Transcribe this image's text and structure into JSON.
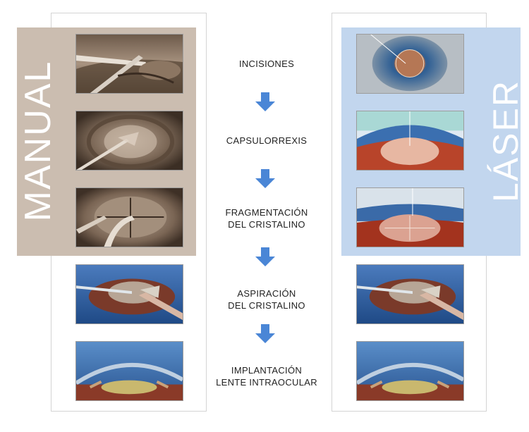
{
  "columns": {
    "manual_title": "MANUAL",
    "laser_title": "LÁSER"
  },
  "steps": [
    {
      "line1": "INCISIONES",
      "line2": ""
    },
    {
      "line1": "CAPSULORREXIS",
      "line2": ""
    },
    {
      "line1": "FRAGMENTACIÓN",
      "line2": "DEL CRISTALINO"
    },
    {
      "line1": "ASPIRACIÓN",
      "line2": "DEL CRISTALINO"
    },
    {
      "line1": "IMPLANTACIÓN",
      "line2": "LENTE INTRAOCULAR"
    }
  ],
  "colors": {
    "manual_banner": "#cbbdb0",
    "laser_banner": "#c2d6ee",
    "arrow": "#4a86d6",
    "label_text": "#222222"
  },
  "icons": {
    "arrow": "down-arrow-icon"
  }
}
